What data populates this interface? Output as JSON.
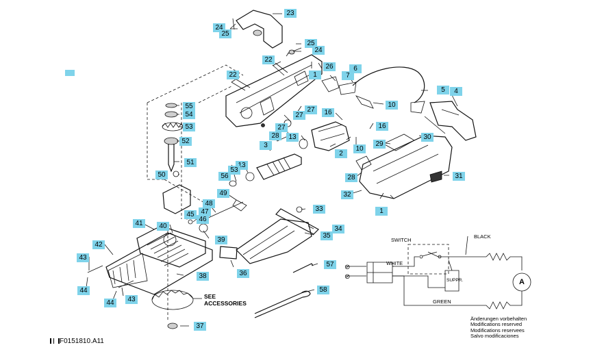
{
  "part_labels": [
    "23",
    "24",
    "25",
    "25",
    "24",
    "22",
    "26",
    "7",
    "6",
    "1",
    "22",
    "10",
    "5",
    "4",
    "27",
    "27",
    "55",
    "54",
    "53",
    "52",
    "27",
    "28",
    "13",
    "16",
    "10",
    "16",
    "3",
    "2",
    "29",
    "30",
    "13",
    "51",
    "53",
    "50",
    "56",
    "28",
    "31",
    "32",
    "1",
    "49",
    "48",
    "33",
    "47",
    "45",
    "46",
    "41",
    "40",
    "34",
    "35",
    "39",
    "42",
    "43",
    "38",
    "36",
    "57",
    "44",
    "44",
    "43",
    "58",
    "37"
  ],
  "see_text": [
    "SEE",
    "ACCESSORIES"
  ],
  "wiring": {
    "switch": "SWITCH",
    "black": "BLACK",
    "white": "WHITE",
    "green": "GREEN",
    "suppr": "SUPPR.",
    "motor": "A"
  },
  "notes": [
    "Änderungen vorbehalten",
    "Modifications reserved",
    "Modifications reservees",
    "Salvo modificaciones"
  ],
  "drawing_code": "F0151810.A11"
}
